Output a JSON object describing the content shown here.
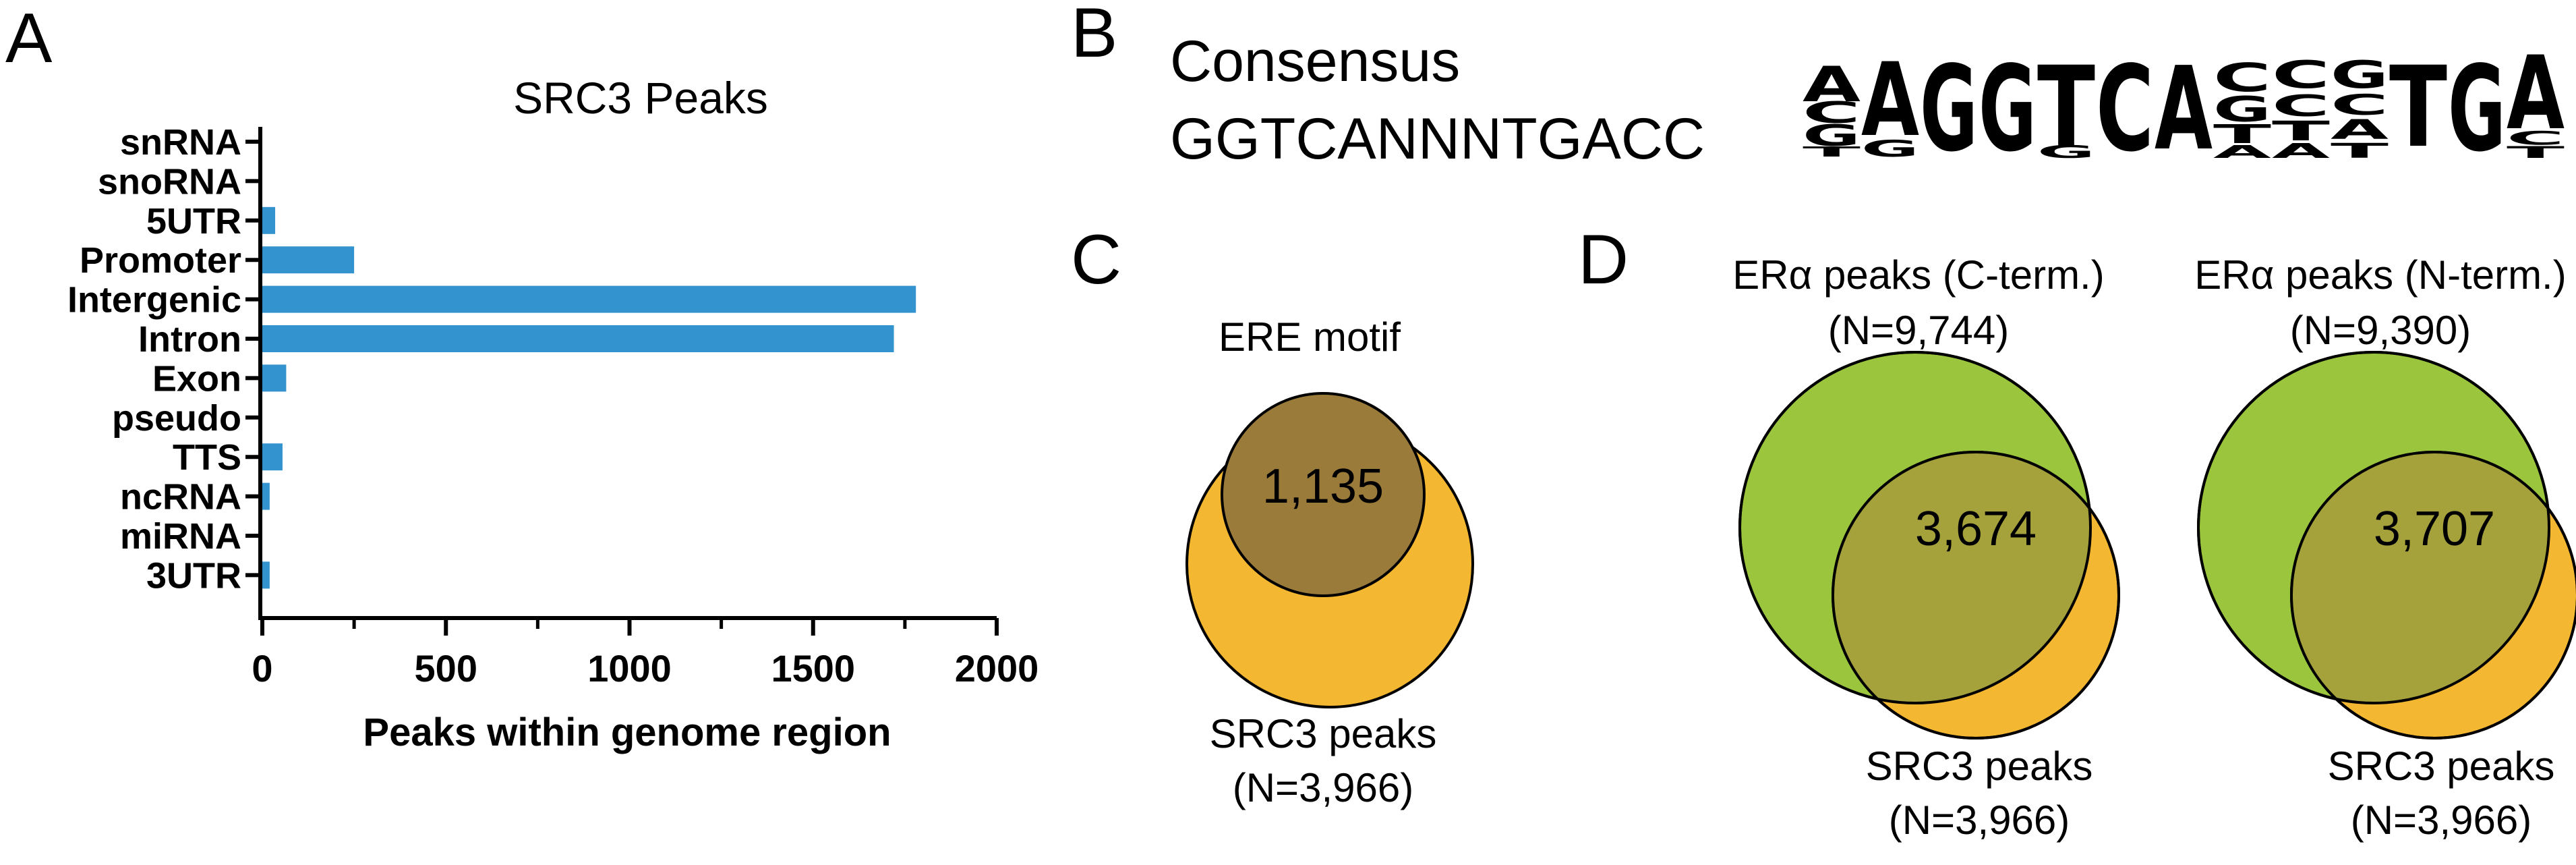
{
  "panels": {
    "A": "A",
    "B": "B",
    "C": "C",
    "D": "D"
  },
  "chart_data": {
    "type": "bar",
    "orientation": "horizontal",
    "title": "SRC3 Peaks",
    "xlabel": "Peaks within genome region",
    "ylabel": "",
    "categories": [
      "snRNA",
      "snoRNA",
      "5UTR",
      "Promoter",
      "Intergenic",
      "Intron",
      "Exon",
      "pseudo",
      "TTS",
      "ncRNA",
      "miRNA",
      "3UTR"
    ],
    "values": [
      0,
      0,
      35,
      250,
      1780,
      1720,
      65,
      0,
      55,
      20,
      0,
      20
    ],
    "xlim": [
      0,
      2000
    ],
    "xticks": [
      "0",
      "500",
      "1000",
      "1500",
      "2000"
    ],
    "grid": false,
    "bar_color": "#3393cf"
  },
  "motif": {
    "heading": "Consensus",
    "sequence": "GGTCANNNTGACC",
    "logo_colors": {
      "A": "#2ca02c",
      "C": "#2f6db5",
      "G": "#f2a51c",
      "T": "#d62728"
    }
  },
  "venn_c": {
    "label_top": "ERE motif",
    "overlap": "1,135",
    "label_bottom_1": "SRC3 peaks",
    "label_bottom_2": "(N=3,966)",
    "colors": {
      "outer": "#f4b731",
      "inner": "#9a7b3a"
    }
  },
  "venn_d1": {
    "label_top_1": "ERα peaks (C-term.)",
    "label_top_2": "(N=9,744)",
    "overlap": "3,674",
    "label_bottom_1": "SRC3 peaks",
    "label_bottom_2": "(N=3,966)"
  },
  "venn_d2": {
    "label_top_1": "ERα peaks (N-term.)",
    "label_top_2": "(N=9,390)",
    "overlap": "3,707",
    "label_bottom_1": "SRC3 peaks",
    "label_bottom_2": "(N=3,966)"
  },
  "venn_colors": {
    "green": "#9bc53d",
    "orange": "#f4b731",
    "overlap": "#a5a23b"
  }
}
